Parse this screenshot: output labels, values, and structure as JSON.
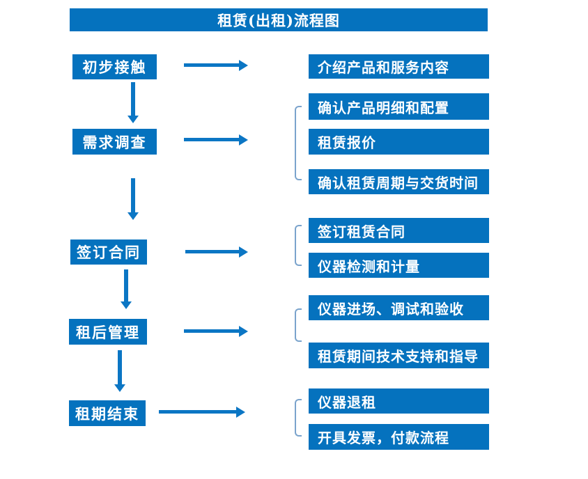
{
  "title": "租赁(出租)流程图",
  "colors": {
    "primary_blue": "#0572be",
    "arrow_blue": "#0b76c4",
    "bracket_blue": "#7aa3cc",
    "text_white": "#ffffff",
    "background": "#ffffff"
  },
  "stages": [
    {
      "label": "初步接触",
      "outputs": [
        "介绍产品和服务内容"
      ]
    },
    {
      "label": "需求调查",
      "outputs": [
        "确认产品明细和配置",
        "租赁报价",
        "确认租赁周期与交货时间"
      ]
    },
    {
      "label": "签订合同",
      "outputs": [
        "签订租赁合同",
        "仪器检测和计量"
      ]
    },
    {
      "label": "租后管理",
      "outputs": [
        "仪器进场、调试和验收",
        "租赁期间技术支持和指导"
      ]
    },
    {
      "label": "租期结束",
      "outputs": [
        "仪器退租",
        "开具发票，付款流程"
      ]
    }
  ]
}
